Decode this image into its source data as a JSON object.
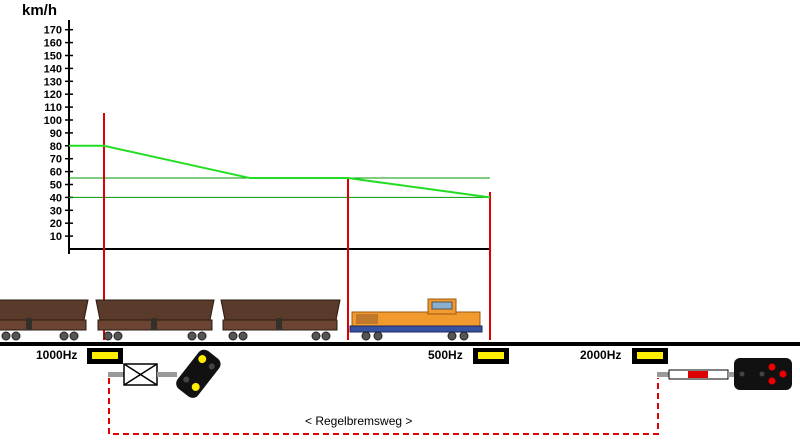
{
  "unit_label": "km/h",
  "balises": [
    {
      "freq": "1000Hz"
    },
    {
      "freq": "500Hz"
    },
    {
      "freq": "2000Hz"
    }
  ],
  "distance_label": "< Regelbremsweg >",
  "colors": {
    "speed_curve": "#22dd22",
    "limit_line": "#009900",
    "marker_line": "#dd0000",
    "balise": "#ffee00",
    "wagon": "#5a3a2a",
    "loco": "#f39a2e",
    "rail": "#000000",
    "dashed_path": "#dd0000"
  },
  "chart_data": {
    "type": "line",
    "title": "",
    "ylabel": "km/h",
    "xlabel": "",
    "ylim": [
      0,
      170
    ],
    "y_ticks": [
      10,
      20,
      30,
      40,
      50,
      60,
      70,
      80,
      90,
      100,
      110,
      120,
      130,
      140,
      150,
      160,
      170
    ],
    "series": [
      {
        "points": [
          [
            0,
            80
          ],
          [
            1,
            80
          ],
          [
            2,
            55
          ],
          [
            3,
            55
          ],
          [
            4,
            40
          ]
        ]
      }
    ],
    "reference_lines": [
      55,
      40
    ],
    "grid": false
  }
}
